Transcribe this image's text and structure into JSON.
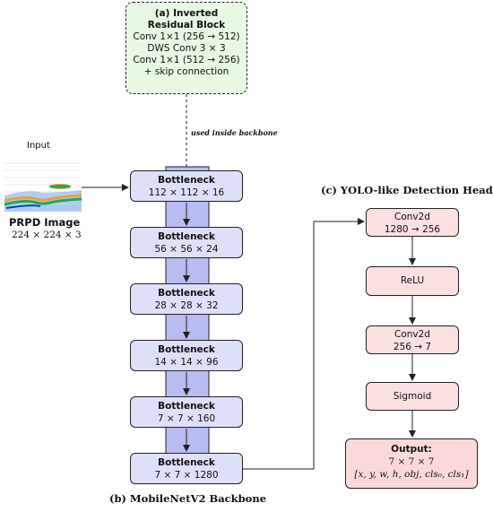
{
  "inverted_block": {
    "title_line1": "(a) Inverted",
    "title_line2": "Residual Block",
    "lines": [
      "Conv 1×1 (256 → 512)",
      "DWS Conv 3 × 3",
      "Conv 1×1 (512 → 256)",
      "+ skip connection"
    ]
  },
  "note": "used inside backbone",
  "input": {
    "label": "Input",
    "image_title": "PRPD Image",
    "image_size": "224 × 224 × 3"
  },
  "backbone": {
    "caption": "(b) MobileNetV2 Backbone",
    "blocks": [
      {
        "name": "Bottleneck",
        "shape": "112 × 112 × 16"
      },
      {
        "name": "Bottleneck",
        "shape": "56 × 56 × 24"
      },
      {
        "name": "Bottleneck",
        "shape": "28 × 28 × 32"
      },
      {
        "name": "Bottleneck",
        "shape": "14 × 14 × 96"
      },
      {
        "name": "Bottleneck",
        "shape": "7 × 7 × 160"
      },
      {
        "name": "Bottleneck",
        "shape": "7 × 7 × 1280"
      }
    ]
  },
  "head": {
    "caption": "(c) YOLO-like Detection Head",
    "conv1": {
      "name": "Conv2d",
      "shape": "1280 → 256"
    },
    "relu": "ReLU",
    "conv2": {
      "name": "Conv2d",
      "shape": "256 → 7"
    },
    "sigmoid": "Sigmoid",
    "output": {
      "name": "Output:",
      "shape": "7 × 7 × 7",
      "vars": "[x, y, w, h, obj, cls₀, cls₁]"
    }
  },
  "colors": {
    "inverted_fill": "#e8f8e5",
    "backbone_fill": "#dedff8",
    "backbone_band": "#b9bcf0",
    "head_fill": "#fbe0e2",
    "output_fill": "#fbd9db"
  }
}
